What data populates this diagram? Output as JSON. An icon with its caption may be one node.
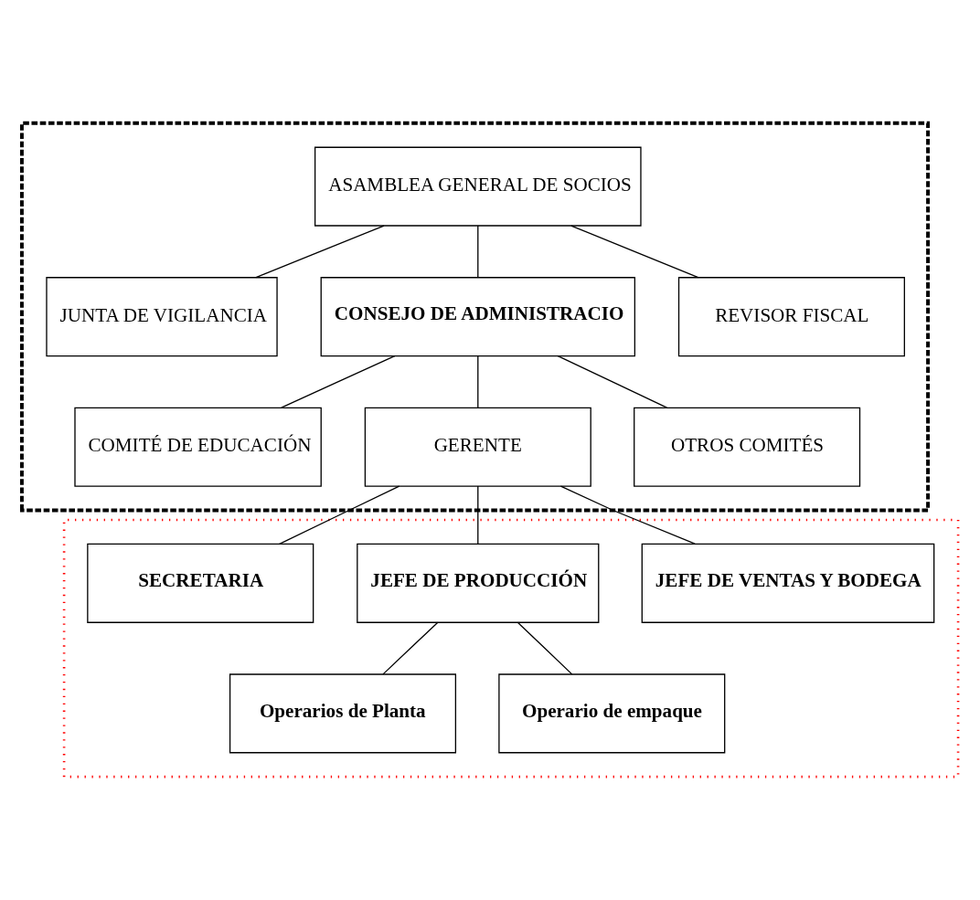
{
  "diagram": {
    "nodes": [
      {
        "text": [],
        "shape": "box"
      },
      {
        "text": [
          "ASAMBLEA GENERAL DE SOCIOS"
        ],
        "in": 0
      },
      {
        "text": [
          "JUNTA DE VIGILANCIA"
        ],
        "in": 0
      },
      {
        "text": [
          "CONSEJO DE ADMINISTRACIO"
        ],
        "in": 0
      },
      {
        "text": [
          "REVISOR FISCAL"
        ],
        "in": 0
      },
      {
        "text": [
          "COMITÉ DE EDUCACIÓN"
        ],
        "in": 0
      },
      {
        "text": [
          "GERENTE"
        ],
        "in": 0
      },
      {
        "text": [
          "OTROS COMITÉS"
        ],
        "in": 0
      },
      {
        "text": [],
        "shape": "box"
      },
      {
        "text": [
          "SECRETARIA"
        ],
        "in": 8
      },
      {
        "text": [
          "JEFE DE PRODUCCIÓN"
        ],
        "in": 8
      },
      {
        "text": [
          "JEFE DE VENTAS Y BODEGA"
        ],
        "in": 8
      },
      {
        "text": [
          "Operarios de Planta"
        ],
        "in": 8
      },
      {
        "text": [
          "Operario de empaque"
        ],
        "in": 8
      }
    ],
    "edges": [
      {
        "from": 1,
        "to": 2,
        "arrow": "none"
      },
      {
        "from": 1,
        "to": 3,
        "arrow": "none"
      },
      {
        "from": 1,
        "to": 4,
        "arrow": "none"
      },
      {
        "from": 3,
        "to": 5,
        "arrow": "none"
      },
      {
        "from": 3,
        "to": 6,
        "arrow": "none"
      },
      {
        "from": 3,
        "to": 7,
        "arrow": "none"
      },
      {
        "from": 6,
        "to": 9,
        "arrow": "none"
      },
      {
        "from": 6,
        "to": 10,
        "arrow": "none"
      },
      {
        "from": 6,
        "to": 11,
        "arrow": "none"
      },
      {
        "from": 10,
        "to": 12,
        "arrow": "none"
      },
      {
        "from": 10,
        "to": 13,
        "arrow": "none"
      }
    ]
  }
}
